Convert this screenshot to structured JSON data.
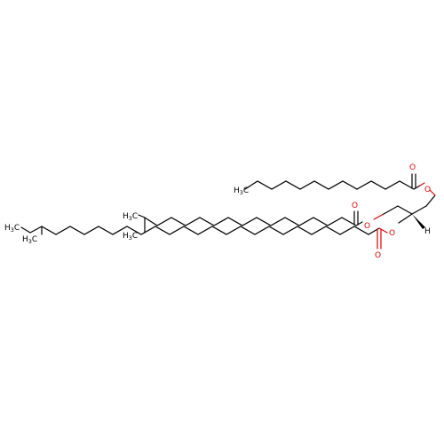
{
  "colors": {
    "carbon": "#000000",
    "oxygen": "#e60000",
    "background": "#ffffff"
  },
  "atoms": {
    "o_top_ester_single": "O",
    "o_top_ester_double": "O",
    "o_middle_ester_single": "O",
    "o_middle_ester_double": "O",
    "o_bottom_ester_single": "O",
    "o_bottom_ester_double": "O",
    "stereo_h": "H",
    "top_chain_end": {
      "main": "H",
      "sub": "3",
      "tail": "C"
    },
    "middle_branch_methyl_upper": {
      "main": "H",
      "sub": "3",
      "tail": "C"
    },
    "middle_branch_methyl_lower": {
      "main": "H",
      "sub": "3",
      "tail": "C"
    },
    "bottom_chain_end": {
      "main": "H",
      "sub": "3",
      "tail": "C"
    },
    "bottom_branch_methyl": {
      "main": "H",
      "sub": "3",
      "tail": "C"
    }
  }
}
